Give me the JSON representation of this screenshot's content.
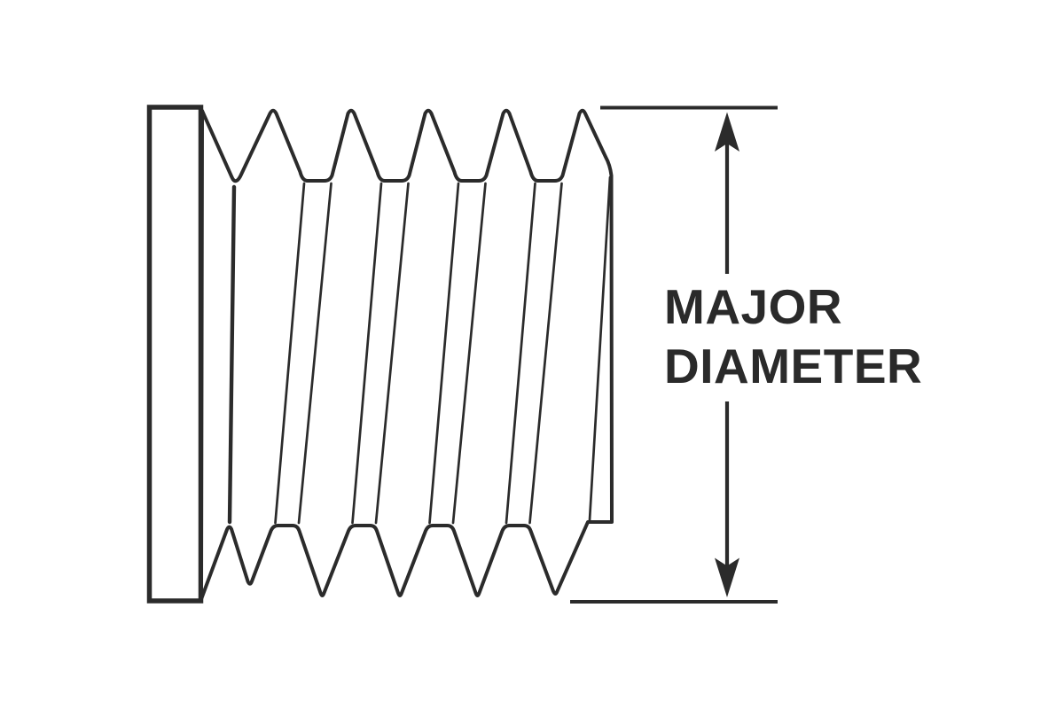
{
  "diagram": {
    "type": "screw-thread-major-diameter",
    "label": {
      "line1": "MAJOR",
      "line2": "DIAMETER"
    }
  },
  "colors": {
    "line": "#2b2b2b",
    "text": "#2a2a2a",
    "background": "#ffffff"
  }
}
